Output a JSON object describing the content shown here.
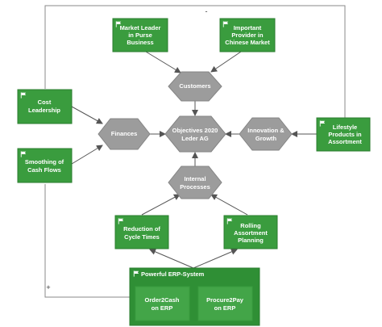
{
  "center": {
    "lines": [
      "Objectives 2020",
      "Leder AG"
    ]
  },
  "hexagons": {
    "customers": [
      "Customers"
    ],
    "finances": [
      "Finances"
    ],
    "innovation": [
      "Innovation &",
      "Growth"
    ],
    "internal": [
      "Internal",
      "Processes"
    ]
  },
  "boxes": {
    "market_leader": [
      "Market Leader",
      "in Purse",
      "Business"
    ],
    "provider": [
      "Important",
      "Provider in",
      "Chinese Market"
    ],
    "cost_leadership": [
      "Cost",
      "Leadership"
    ],
    "smoothing": [
      "Smoothing of",
      "Cash Flows"
    ],
    "lifestyle": [
      "Lifestyle",
      "Products in",
      "Assortment"
    ],
    "cycle_times": [
      "Reduction of",
      "Cycle Times"
    ],
    "rolling": [
      "Rolling",
      "Assortment",
      "Planning"
    ],
    "order2cash": [
      "Order2Cash",
      "on ERP"
    ],
    "procure2pay": [
      "Procure2Pay",
      "on ERP"
    ]
  },
  "erp": {
    "title": "Powerful ERP-System"
  },
  "markers": {
    "minus": "-",
    "plus": "+"
  },
  "colors": {
    "box_green": "#3a9c3e",
    "box_border": "#2b7d2f",
    "erp_green": "#2f8f35",
    "erp_inner": "#43a548",
    "hexagon": "#9c9c9c",
    "hexagon_border": "#858585",
    "line": "#8a8a8a",
    "arrow": "#555555"
  },
  "icons": {
    "flag": "flag-icon"
  }
}
